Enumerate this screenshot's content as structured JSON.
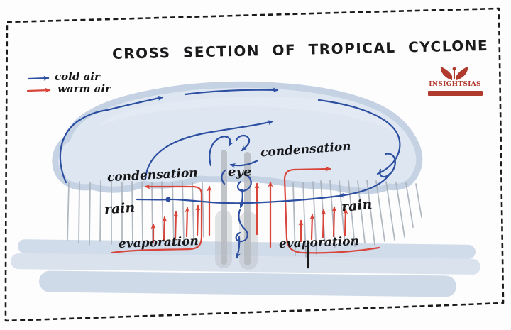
{
  "title": "CROSS SECTION OF TROPICAL CYCLONE",
  "legend": {
    "cold_air_label": "cold air",
    "warm_air_label": "warm air"
  },
  "diagram_labels": {
    "condensation_left": "condensation",
    "condensation_right": "condensation",
    "eye": "eye",
    "rain_left": "rain",
    "rain_right": "rain",
    "evaporation_left": "evaporation",
    "evaporation_right": "evaporation"
  },
  "logo": {
    "text": "INSIGHTSIAS"
  },
  "colors": {
    "cold_air": "#2d4fa1",
    "warm_air": "#d8453a",
    "cloud_fill": "#dce6f1",
    "cloud_edge": "#c3d1e2",
    "sea_band": "#c9d6e6",
    "rain_streak": "#a9b1bb",
    "eye_pillar": "#b6bbc1",
    "ink": "#1a1a1a",
    "logo_red": "#b03a2e"
  }
}
